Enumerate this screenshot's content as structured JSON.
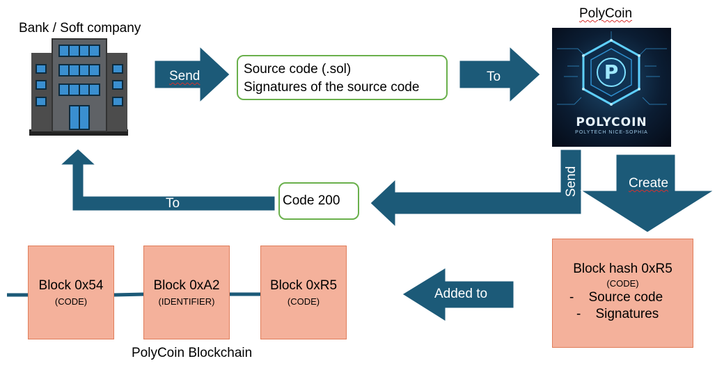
{
  "bank": {
    "title": "Bank / Soft company",
    "icon": "office-building-icon"
  },
  "polycoin": {
    "title": "PolyCoin",
    "logo_text": "POLYCOIN",
    "logo_subtext": "POLYTECH NICE-SOPHIA",
    "logo_letter": "P"
  },
  "arrows": {
    "send_top": "Send",
    "to_top": "To",
    "send_vertical": "Send",
    "create": "Create",
    "to_bottom": "To",
    "added_to": "Added to"
  },
  "payload_box": {
    "line1": "Source code (.sol)",
    "line2": "Signatures of the source code"
  },
  "response_box": {
    "text": "Code 200"
  },
  "new_block": {
    "title": "Block hash 0xR5",
    "subtitle": "(CODE)",
    "items": [
      "Source code",
      "Signatures"
    ]
  },
  "chain": {
    "label": "PolyCoin Blockchain",
    "blocks": [
      {
        "title": "Block 0x54",
        "subtitle": "(CODE)"
      },
      {
        "title": "Block 0xA2",
        "subtitle": "(IDENTIFIER)"
      },
      {
        "title": "Block 0xR5",
        "subtitle": "(CODE)"
      }
    ]
  },
  "colors": {
    "arrow": "#1c5a78",
    "block_fill": "#f4b19b",
    "block_border": "#e07d5a",
    "box_border": "#6ab04c",
    "chain_line": "#1c5a78"
  }
}
